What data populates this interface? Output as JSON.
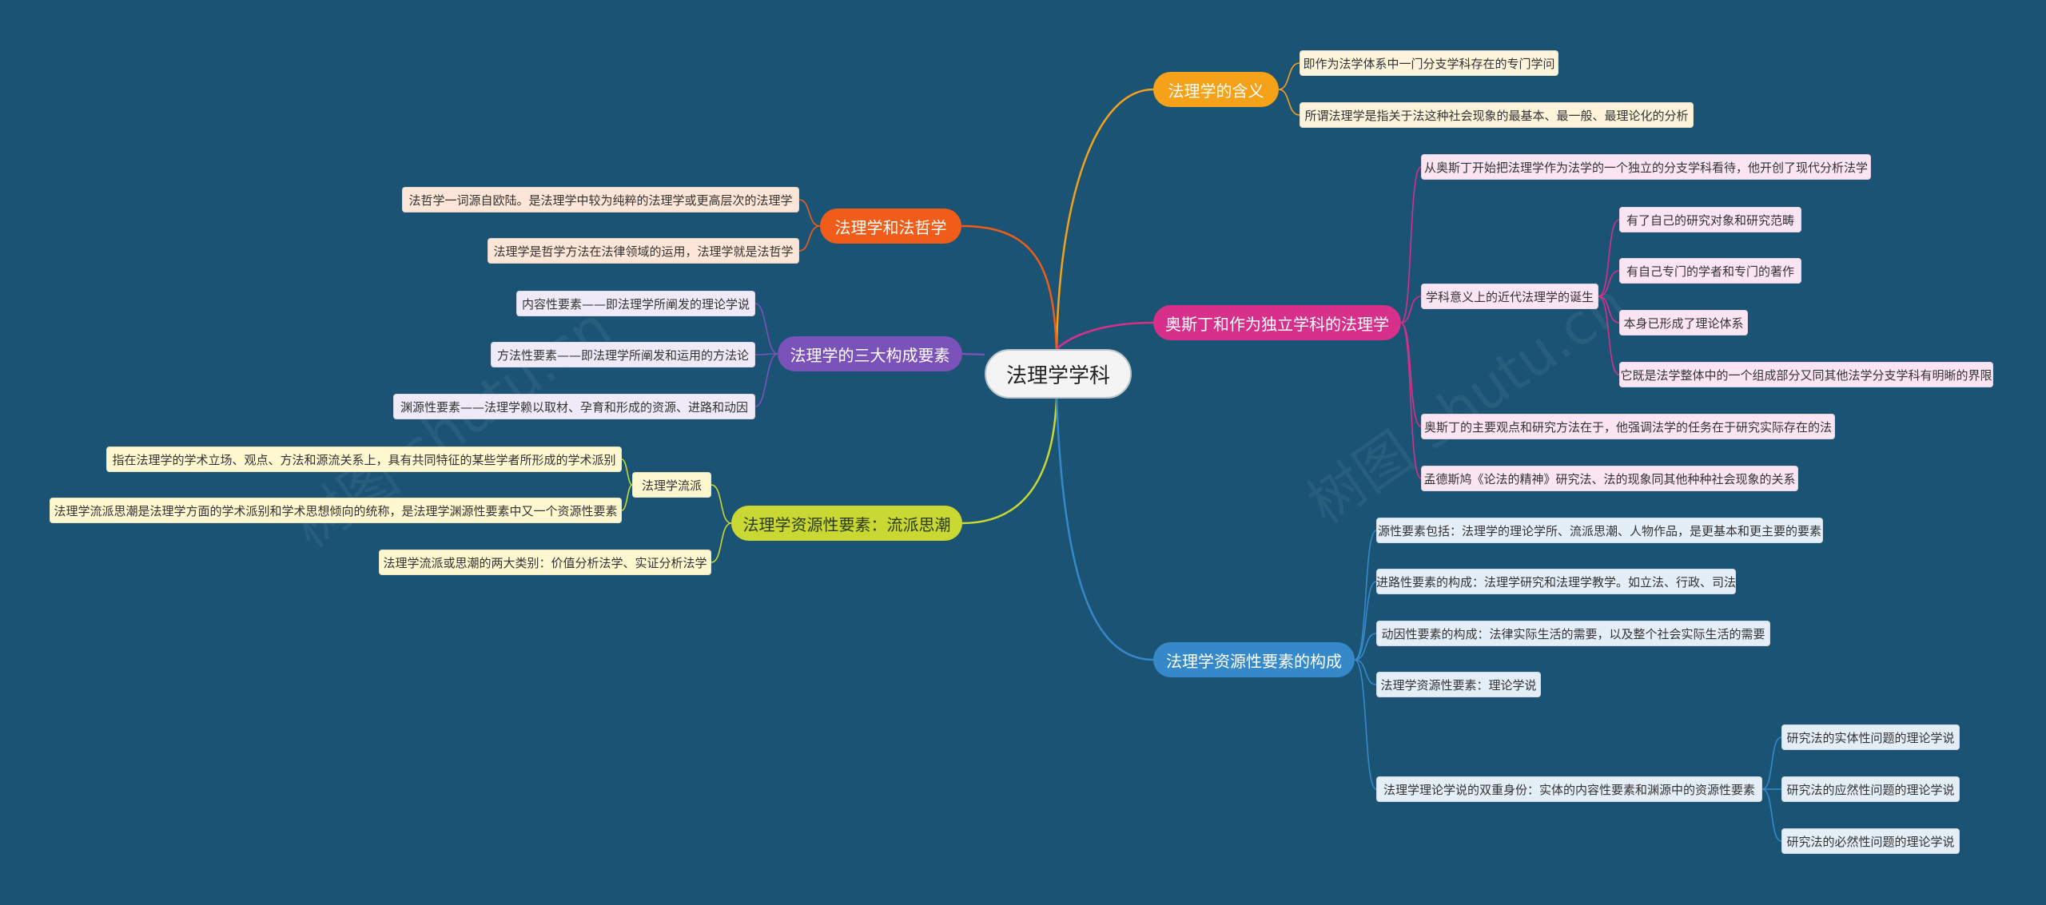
{
  "root": "法理学学科",
  "branches": {
    "meaning": {
      "label": "法理学的含义",
      "leaves": [
        "即作为法学体系中一门分支学科存在的专门学问",
        "所谓法理学是指关于法这种社会现象的最基本、最一般、最理论化的分析"
      ]
    },
    "philosophy": {
      "label": "法理学和法哲学",
      "leaves": [
        "法哲学一词源自欧陆。是法理学中较为纯粹的法理学或更高层次的法理学",
        "法理学是哲学方法在法律领域的运用，法理学就是法哲学"
      ]
    },
    "austin": {
      "label": "奥斯丁和作为独立学科的法理学",
      "leaf0": "从奥斯丁开始把法理学作为法学的一个独立的分支学科看待，他开创了现代分析法学",
      "birth": {
        "label": "学科意义上的近代法理学的诞生",
        "leaves": [
          "有了自己的研究对象和研究范畴",
          "有自己专门的学者和专门的著作",
          "本身已形成了理论体系",
          "它既是法学整体中的一个组成部分又同其他法学分支学科有明晰的界限"
        ]
      },
      "leaf2": "奥斯丁的主要观点和研究方法在于，他强调法学的任务在于研究实际存在的法",
      "leaf3": "孟德斯鸠《论法的精神》研究法、法的现象同其他种种社会现象的关系"
    },
    "three": {
      "label": "法理学的三大构成要素",
      "leaves": [
        "内容性要素——即法理学所阐发的理论学说",
        "方法性要素——即法理学所阐发和运用的方法论",
        "渊源性要素——法理学赖以取材、孕育和形成的资源、进路和动因"
      ]
    },
    "school": {
      "label": "法理学资源性要素：流派思潮",
      "sub": {
        "label": "法理学流派",
        "leaves": [
          "指在法理学的学术立场、观点、方法和源流关系上，具有共同特征的某些学者所形成的学术派别",
          "法理学流派思潮是法理学方面的学术派别和学术思想倾向的统称，是法理学渊源性要素中又一个资源性要素"
        ]
      },
      "leaf": "法理学流派或思潮的两大类别：价值分析法学、实证分析法学"
    },
    "resource": {
      "label": "法理学资源性要素的构成",
      "leaves": [
        "源性要素包括：法理学的理论学所、流派思潮、人物作品，是更基本和更主要的要素",
        "进路性要素的构成：法理学研究和法理学教学。如立法、行政、司法",
        "动因性要素的构成：法律实际生活的需要，以及整个社会实际生活的需要",
        "法理学资源性要素：理论学说"
      ],
      "dual": {
        "label": "法理学理论学说的双重身份：实体的内容性要素和渊源中的资源性要素",
        "leaves": [
          "研究法的实体性问题的理论学说",
          "研究法的应然性问题的理论学说",
          "研究法的必然性问题的理论学说"
        ]
      }
    }
  },
  "watermark": "树图 shutu.cn",
  "colors": {
    "background": "#1b5374",
    "meaning": "#f5a21a",
    "philosophy": "#f25c19",
    "austin": "#d6308a",
    "three": "#7a52b9",
    "school": "#c9d832",
    "resource": "#3689c9"
  }
}
